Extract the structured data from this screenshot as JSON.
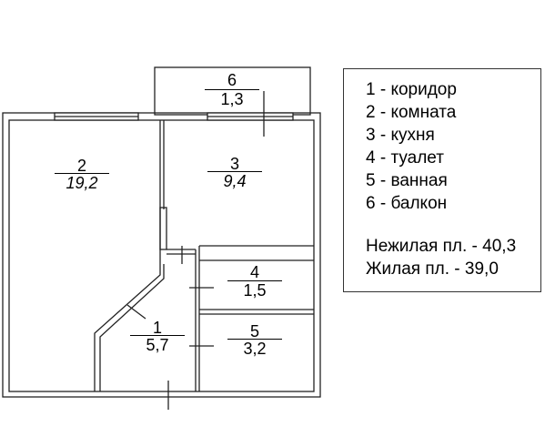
{
  "legend": {
    "items": [
      "1 - коридор",
      "2 - комната",
      "3 - кухня",
      "4 - туалет",
      "5 - ванная",
      "6 - балкон"
    ],
    "areas": [
      "Нежилая пл. - 40,3",
      "Жилая пл. - 39,0"
    ]
  },
  "rooms": [
    {
      "num": "1",
      "area": "5,7"
    },
    {
      "num": "2",
      "area": "19,2"
    },
    {
      "num": "3",
      "area": "9,4"
    },
    {
      "num": "4",
      "area": "1,5"
    },
    {
      "num": "5",
      "area": "3,2"
    },
    {
      "num": "6",
      "area": "1,3"
    }
  ]
}
